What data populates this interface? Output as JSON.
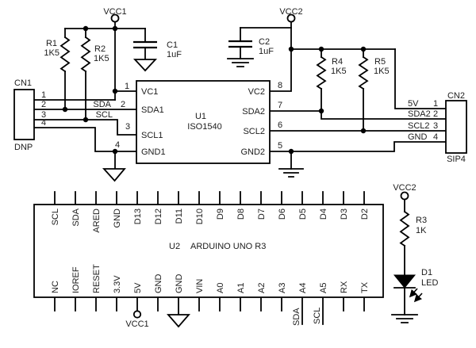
{
  "power": {
    "vcc1": "VCC1",
    "vcc2": "VCC2"
  },
  "resistors": {
    "r1": {
      "ref": "R1",
      "value": "1K5"
    },
    "r2": {
      "ref": "R2",
      "value": "1K5"
    },
    "r3": {
      "ref": "R3",
      "value": "1K"
    },
    "r4": {
      "ref": "R4",
      "value": "1K5"
    },
    "r5": {
      "ref": "R5",
      "value": "1K5"
    }
  },
  "capacitors": {
    "c1": {
      "ref": "C1",
      "value": "1uF"
    },
    "c2": {
      "ref": "C2",
      "value": "1uF"
    }
  },
  "diode": {
    "ref": "D1",
    "value": "LED"
  },
  "u1": {
    "ref": "U1",
    "part": "ISO1540",
    "pins": {
      "p1": {
        "num": "1",
        "name": "VC1"
      },
      "p2": {
        "num": "2",
        "name": "SDA1"
      },
      "p3": {
        "num": "3",
        "name": "SCL1"
      },
      "p4": {
        "num": "4",
        "name": "GND1"
      },
      "p5": {
        "num": "5",
        "name": "GND2"
      },
      "p6": {
        "num": "6",
        "name": "SCL2"
      },
      "p7": {
        "num": "7",
        "name": "SDA2"
      },
      "p8": {
        "num": "8",
        "name": "VC2"
      }
    }
  },
  "u2": {
    "ref": "U2",
    "part": "ARDUINO UNO R3",
    "top_pins": [
      "SCL",
      "SDA",
      "ARED",
      "GND",
      "D13",
      "D12",
      "D11",
      "D10",
      "D9",
      "D8",
      "D7",
      "D6",
      "D5",
      "D4",
      "D3",
      "D2"
    ],
    "bottom_pins": [
      "NC",
      "IOREF",
      "RESET",
      "3.3V",
      "5V",
      "GND",
      "GND",
      "VIN",
      "A0",
      "A1",
      "A2",
      "A3",
      "A4",
      "A5",
      "RX",
      "TX"
    ]
  },
  "cn1": {
    "ref": "CN1",
    "note": "DNP",
    "pin_numbers": [
      "1",
      "2",
      "3",
      "4"
    ]
  },
  "cn2": {
    "ref": "CN2",
    "note": "SIP4",
    "pins": [
      {
        "label": "5V",
        "num": "1"
      },
      {
        "label": "SDA2",
        "num": "2"
      },
      {
        "label": "SCL2",
        "num": "3"
      },
      {
        "label": "GND",
        "num": "4"
      }
    ]
  },
  "net_labels": {
    "sda": "SDA",
    "scl": "SCL",
    "a4_sda": "SDA",
    "a5_scl": "SCL"
  },
  "colors": {
    "wire": "#000000",
    "text": "#1c1c1c",
    "background": "#ffffff"
  }
}
